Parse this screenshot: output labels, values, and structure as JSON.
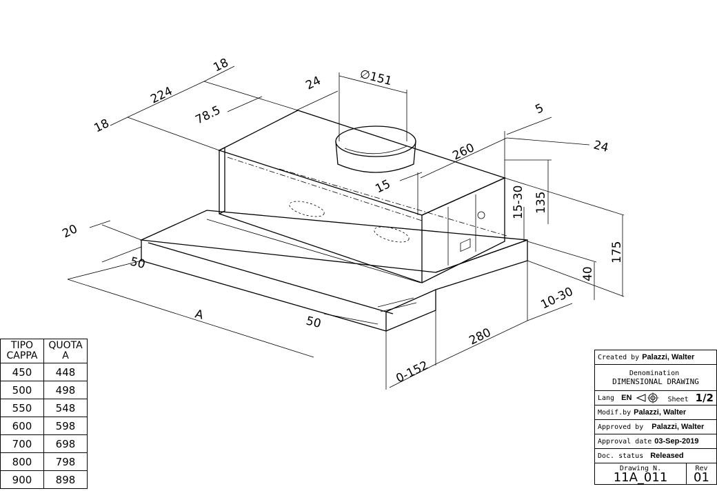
{
  "dimensions": {
    "d18_top": "18",
    "d224": "224",
    "d18_left": "18",
    "d24_top": "24",
    "d78_5": "78.5",
    "d151": "∅151",
    "d5": "5",
    "d260": "260",
    "d24_right": "24",
    "d15": "15",
    "d15_30": "15-30",
    "d135": "135",
    "d175": "175",
    "d40": "40",
    "d10_30": "10-30",
    "d20": "20",
    "d50_left": "50",
    "dA": "A",
    "d50_bottom": "50",
    "d280": "280",
    "d0_152": "0-152"
  },
  "variant_table": {
    "header_col1": "TIPO\nCAPPA",
    "header_col1_line1": "TIPO",
    "header_col1_line2": "CAPPA",
    "header_col2_line1": "QUOTA",
    "header_col2_line2": "A",
    "rows": [
      {
        "tipo": "450",
        "quota": "448"
      },
      {
        "tipo": "500",
        "quota": "498"
      },
      {
        "tipo": "550",
        "quota": "548"
      },
      {
        "tipo": "600",
        "quota": "598"
      },
      {
        "tipo": "700",
        "quota": "698"
      },
      {
        "tipo": "800",
        "quota": "798"
      },
      {
        "tipo": "900",
        "quota": "898"
      }
    ]
  },
  "title_block": {
    "created_label": "Created by",
    "created_value": "Palazzi, Walter",
    "denomination_label": "Denomination",
    "denomination_value": "DIMENSIONAL DRAWING",
    "lang_label": "Lang",
    "lang_value": "EN",
    "sheet_label": "Sheet",
    "sheet_value": "1/2",
    "modif_label": "Modif.by",
    "modif_value": "Palazzi, Walter",
    "approved_label": "Approved by",
    "approved_value": "Palazzi, Walter",
    "approval_date_label": "Approval date",
    "approval_date_value": "03-Sep-2019",
    "doc_status_label": "Doc. status",
    "doc_status_value": "Released",
    "drawing_n_label": "Drawing N.",
    "drawing_n_value": "11A_011",
    "rev_label": "Rev",
    "rev_value": "01"
  }
}
